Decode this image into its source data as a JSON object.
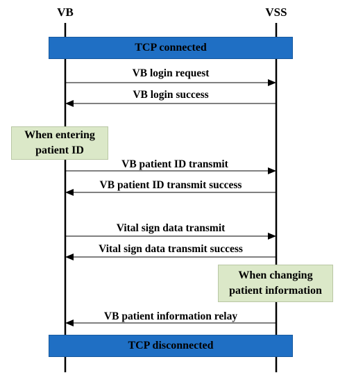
{
  "actors": {
    "left": "VB",
    "right": "VSS"
  },
  "bars": {
    "connected": "TCP connected",
    "disconnected": "TCP disconnected"
  },
  "messages": [
    {
      "label": "VB login request",
      "direction": "right"
    },
    {
      "label": "VB login success",
      "direction": "left"
    },
    {
      "label": "VB patient ID transmit",
      "direction": "right"
    },
    {
      "label": "VB patient ID transmit success",
      "direction": "left"
    },
    {
      "label": "Vital sign data transmit",
      "direction": "right"
    },
    {
      "label": "Vital sign data transmit success",
      "direction": "left"
    },
    {
      "label": "VB patient information relay",
      "direction": "left"
    }
  ],
  "notes": {
    "entering": {
      "line1": "When entering",
      "line2": "patient ID"
    },
    "changing": {
      "line1": "When changing",
      "line2": "patient information"
    }
  },
  "colors": {
    "bar": "#1f6fc4",
    "note": "#dbe8c8",
    "line": "#000000"
  }
}
